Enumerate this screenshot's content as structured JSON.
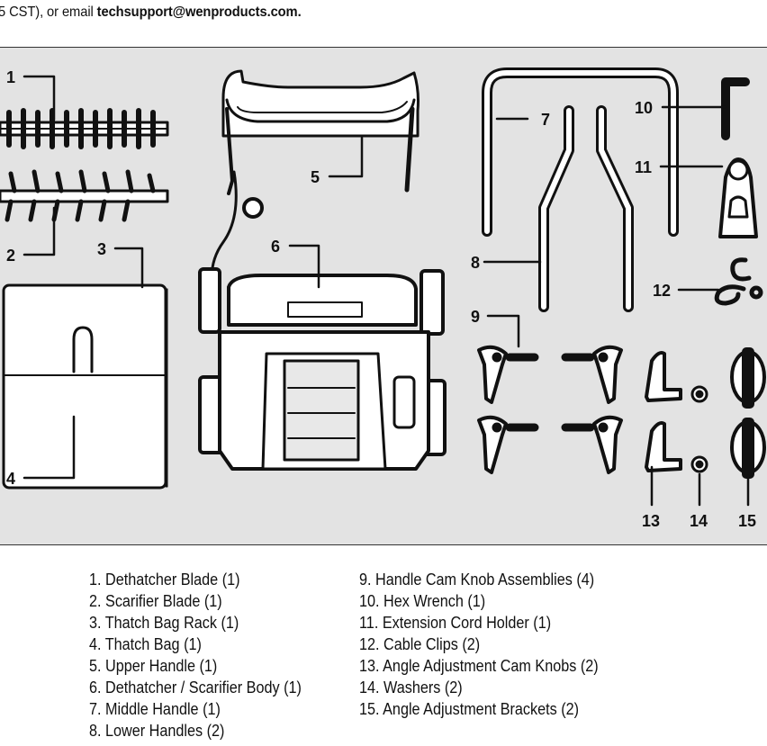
{
  "intro": {
    "text_before": "5 CST), or email ",
    "email": "techsupport@wenproducts.com",
    "text_after": "."
  },
  "callouts": [
    "1",
    "2",
    "3",
    "4",
    "5",
    "6",
    "7",
    "8",
    "9",
    "10",
    "11",
    "12",
    "13",
    "14",
    "15"
  ],
  "parts_left": [
    "1. Dethatcher Blade (1)",
    "2. Scarifier Blade (1)",
    "3. Thatch Bag Rack (1)",
    "4. Thatch Bag (1)",
    "5. Upper Handle (1)",
    "6. Dethatcher / Scarifier Body (1)",
    "7. Middle Handle (1)",
    "8. Lower Handles (2)"
  ],
  "parts_right": [
    "9. Handle Cam Knob Assemblies (4)",
    "10. Hex Wrench (1)",
    "11. Extension Cord Holder (1)",
    "12. Cable Clips (2)",
    "13. Angle Adjustment Cam Knobs (2)",
    "14. Washers (2)",
    "15. Angle Adjustment Brackets (2)"
  ],
  "colors": {
    "panel": "#e3e3e3",
    "ink": "#111111"
  }
}
